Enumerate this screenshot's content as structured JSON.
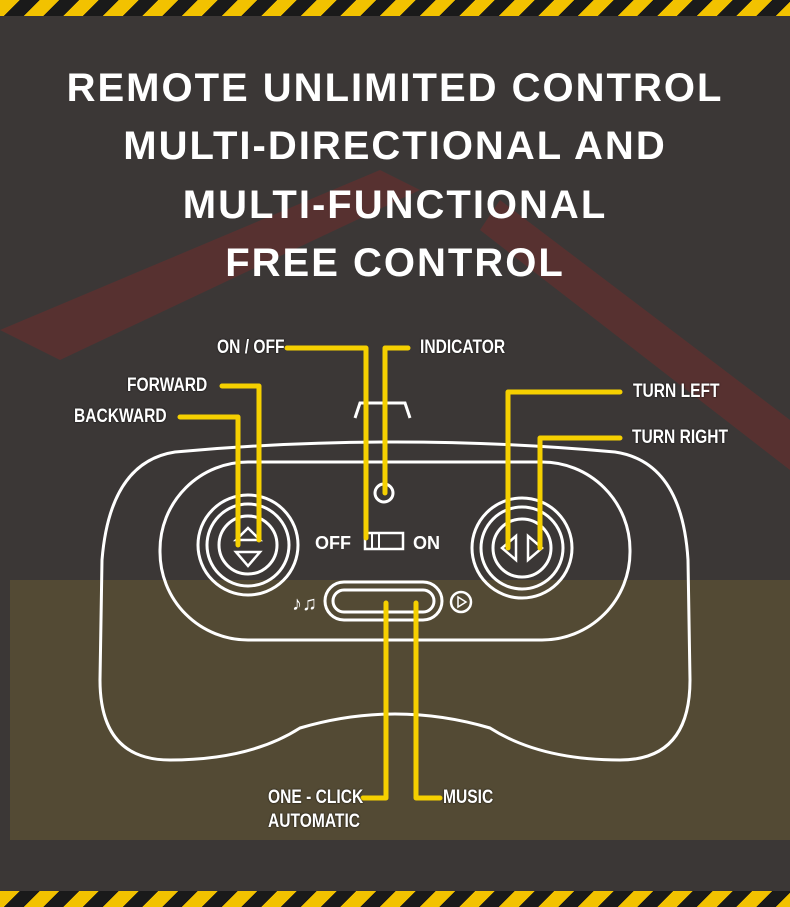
{
  "title_lines": [
    "REMOTE UNLIMITED CONTROL",
    "MULTI-DIRECTIONAL AND",
    "MULTI-FUNCTIONAL",
    "FREE CONTROL"
  ],
  "labels": {
    "on_off": "ON / OFF",
    "indicator": "INDICATOR",
    "forward": "FORWARD",
    "backward": "BACKWARD",
    "turn_left": "TURN LEFT",
    "turn_right": "TURN RIGHT",
    "one_click_1": "ONE - CLICK",
    "one_click_2": "AUTOMATIC",
    "music": "MUSIC"
  },
  "switch": {
    "off": "OFF",
    "on": "ON"
  },
  "colors": {
    "accent": "#f5d000",
    "background": "#3b3736",
    "outline": "#ffffff"
  }
}
